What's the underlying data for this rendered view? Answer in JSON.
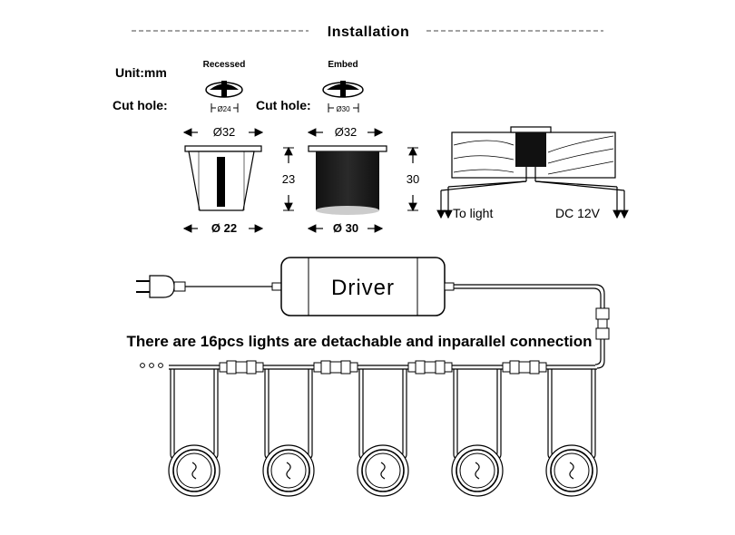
{
  "header": {
    "title": "Installation"
  },
  "units": {
    "label": "Unit:mm"
  },
  "cut_hole": {
    "label_left": "Cut hole:",
    "label_right": "Cut hole:",
    "recessed": {
      "label": "Recessed",
      "diameter": "Ø24"
    },
    "embed": {
      "label": "Embed",
      "diameter": "Ø30"
    }
  },
  "dims": {
    "recessed_top": "Ø32",
    "recessed_bottom": "Ø 22",
    "embed_top": "Ø32",
    "embed_bottom": "Ø 30",
    "recessed_height": "23",
    "embed_height": "30"
  },
  "wiring": {
    "to_light": "To light",
    "dc": "DC 12V"
  },
  "driver": {
    "label": "Driver"
  },
  "caption": "There are 16pcs lights are detachable and inparallel connection",
  "lights": {
    "count": 5,
    "more_indicator": "○○○"
  }
}
